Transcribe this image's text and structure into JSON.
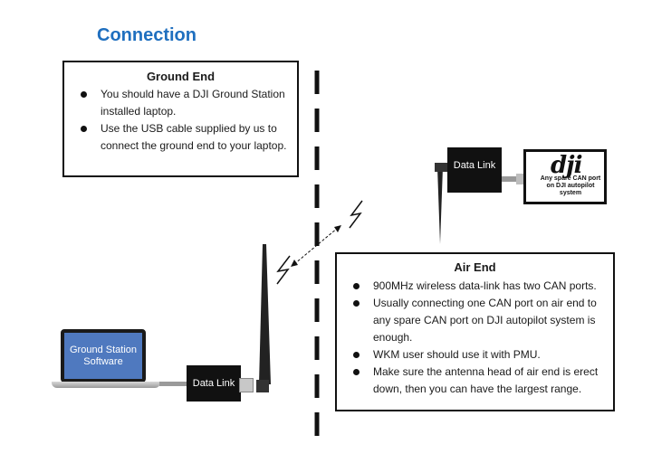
{
  "title": "Connection",
  "ground_end": {
    "heading": "Ground End",
    "bullets": [
      "You should have a DJI Ground Station installed laptop.",
      "Use the USB cable supplied by us to connect the ground end to your laptop."
    ]
  },
  "air_end": {
    "heading": "Air End",
    "bullets": [
      "900MHz wireless data-link has two CAN ports.",
      "Usually connecting one CAN port on air end to any spare CAN port on DJI autopilot system is enough.",
      "WKM user should use it with PMU.",
      "Make sure the antenna head of air end is erect down, then you can have the largest range."
    ]
  },
  "laptop_screen_line1": "Ground Station",
  "laptop_screen_line2": "Software",
  "data_link_ground": "Data Link",
  "data_link_air": "Data Link",
  "dji_logo": "dji",
  "dji_port_text": "Any spare CAN port on DJI autopilot system",
  "colors": {
    "title": "#1f6fbf",
    "screen": "#4f79bf",
    "device": "#111111"
  }
}
